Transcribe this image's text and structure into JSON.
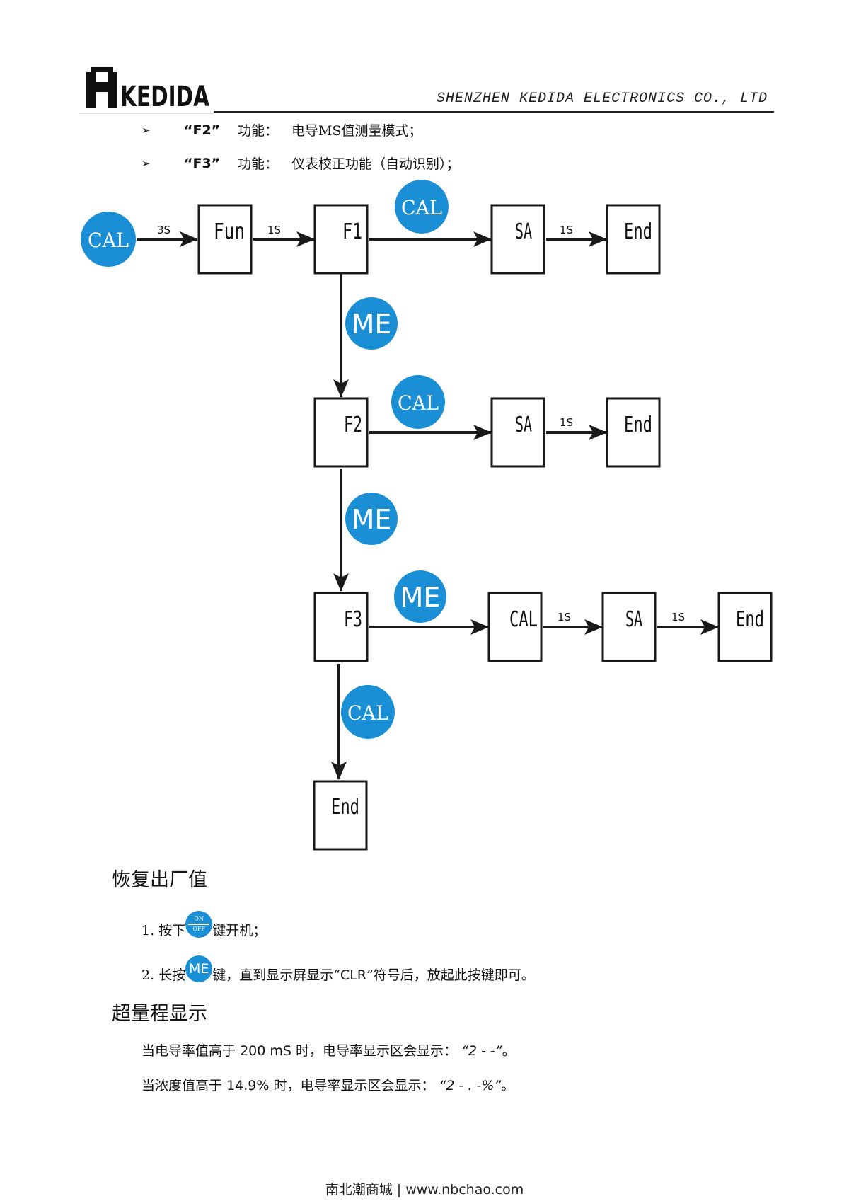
{
  "header": {
    "logo_text": "KEDIDA",
    "company": "SHENZHEN KEDIDA ELECTRONICS CO., LTD"
  },
  "bullets": [
    {
      "mark": "➢",
      "key": "“F2”",
      "label": "功能：",
      "desc": "电导MS值测量模式；"
    },
    {
      "mark": "➢",
      "key": "“F3”",
      "label": "功能：",
      "desc": "仪表校正功能（自动识别）；"
    }
  ],
  "flow": {
    "buttons": {
      "cal": "CAL",
      "me": "ME"
    },
    "displays": {
      "fun": "Fun",
      "f1": "F1",
      "f2": "F2",
      "f3": "F3",
      "sa": "SA",
      "end": "End",
      "cal": "CAL"
    },
    "timings": {
      "three_s": "3S",
      "one_s": "1S"
    }
  },
  "restore": {
    "title": "恢复出厂值",
    "step1": {
      "num": "1.",
      "pre": "按下",
      "btn_on": "ON",
      "btn_off": "OFF",
      "post": "键开机；"
    },
    "step2": {
      "num": "2.",
      "pre": "长按",
      "btn": "ME",
      "post1": "键，直到显示屏显示“",
      "code": "CLR",
      "post2": "”符号后，放起此按键即可。"
    }
  },
  "overrange": {
    "title": "超量程显示",
    "line1": {
      "pre": "当电导率值高于",
      "value": "200 mS",
      "mid": "时，电导率显示区会显示：",
      "display": "“2 - -”",
      "end": "。"
    },
    "line2": {
      "pre": "当浓度值高于",
      "value": "14.9%",
      "mid": "时，电导率显示区会显示：",
      "display": "“2 - . -%”",
      "end": "。"
    }
  },
  "footer": {
    "text": "南北潮商城 | www.nbchao.com"
  },
  "colors": {
    "button_blue": "#1a8fd6",
    "line": "#1a1a1a"
  }
}
